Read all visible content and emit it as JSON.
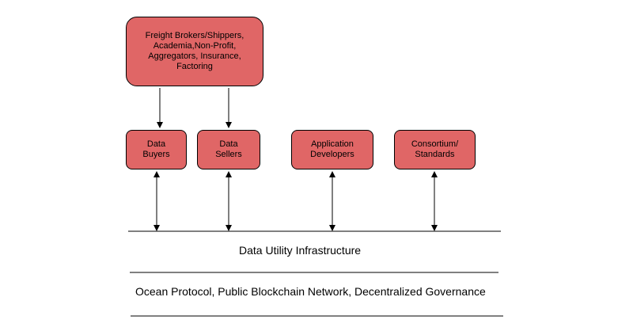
{
  "boxes": {
    "stakeholders": {
      "lines": [
        "Freight Brokers/Shippers,",
        "Academia,Non-Profit,",
        "Aggregators, Insurance,",
        "Factoring"
      ]
    },
    "data_buyers": {
      "lines": [
        "Data",
        "Buyers"
      ]
    },
    "data_sellers": {
      "lines": [
        "Data",
        "Sellers"
      ]
    },
    "app_developers": {
      "lines": [
        "Application",
        "Developers"
      ]
    },
    "consortium": {
      "lines": [
        "Consortium/",
        "Standards"
      ]
    }
  },
  "layers": {
    "infrastructure": "Data Utility Infrastructure",
    "protocol": "Ocean Protocol, Public Blockchain Network, Decentralized Governance"
  },
  "colors": {
    "box_fill": "#e06666",
    "stroke": "#000000"
  }
}
